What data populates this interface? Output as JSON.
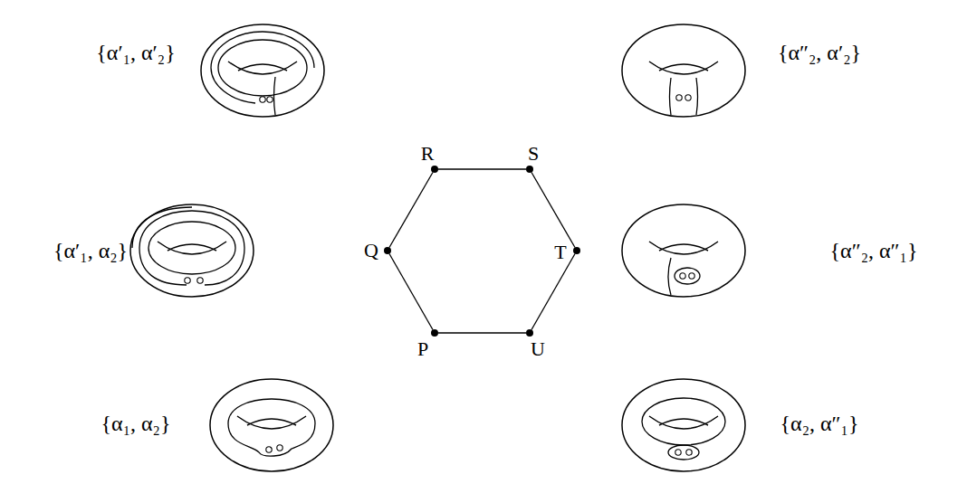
{
  "diagram": {
    "nodes": [
      {
        "text": [
          "R"
        ]
      },
      {
        "text": [
          "S"
        ]
      },
      {
        "text": [
          "Q"
        ]
      },
      {
        "text": [
          "T"
        ]
      },
      {
        "text": [
          "P"
        ]
      },
      {
        "text": [
          "U"
        ]
      }
    ],
    "edges": [
      {
        "from": 0,
        "to": 1,
        "arrow": "none"
      },
      {
        "from": 1,
        "to": 3,
        "arrow": "none"
      },
      {
        "from": 3,
        "to": 5,
        "arrow": "none"
      },
      {
        "from": 5,
        "to": 4,
        "arrow": "none"
      },
      {
        "from": 4,
        "to": 2,
        "arrow": "none"
      },
      {
        "from": 2,
        "to": 0,
        "arrow": "none"
      }
    ],
    "labels": [
      "{α′₁, α′₂}",
      "{α″₂, α′₂}",
      "{α′₁, α₂}",
      "{α″₂, α″₁}",
      "{α₁, α₂}",
      "{α₂, α″₁}"
    ]
  }
}
